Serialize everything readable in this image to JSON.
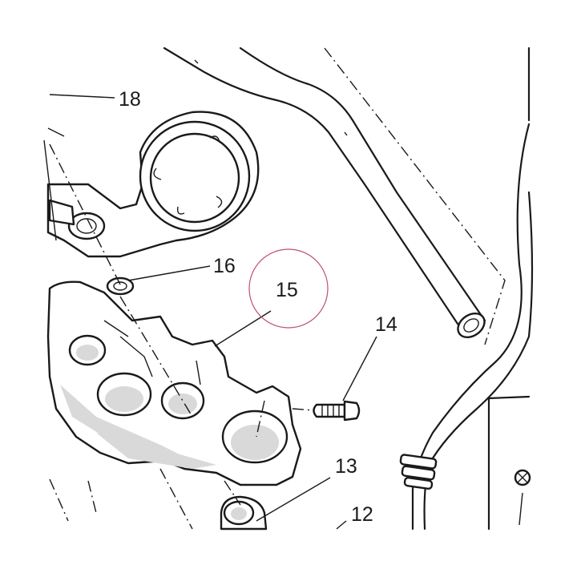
{
  "callouts": [
    {
      "id": "18",
      "label": "18"
    },
    {
      "id": "16",
      "label": "16"
    },
    {
      "id": "15",
      "label": "15"
    },
    {
      "id": "14",
      "label": "14"
    },
    {
      "id": "13",
      "label": "13"
    },
    {
      "id": "12",
      "label": "12"
    }
  ],
  "highlight": {
    "callout": "15",
    "color": "#c0506a"
  }
}
